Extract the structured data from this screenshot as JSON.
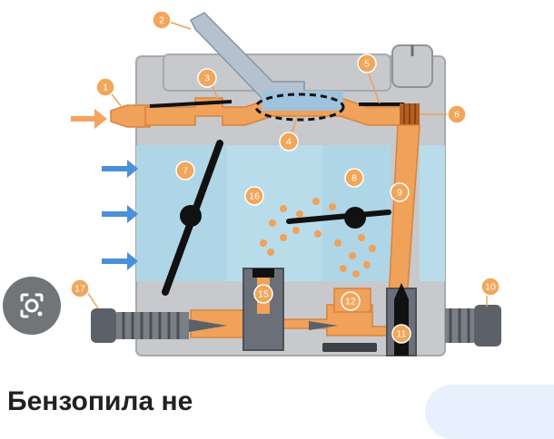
{
  "diagram": {
    "labels": [
      "1",
      "2",
      "3",
      "4",
      "5",
      "6",
      "7",
      "8",
      "9",
      "10",
      "11",
      "12",
      "15",
      "16",
      "17"
    ],
    "colors": {
      "body": "#c7c9cc",
      "body_dark": "#a6a9ad",
      "channel": "#f0a15a",
      "channel_dark": "#d9833c",
      "chamber": "#b9dcea",
      "label_bg": "#f2a65a",
      "part": "#111111",
      "inflow": "#f4a460",
      "airflow": "#4a90d9",
      "screw": "#5c6169"
    }
  },
  "lens_button": {
    "icon": "camera-search-icon"
  },
  "caption": {
    "text": "Бензопила не"
  }
}
